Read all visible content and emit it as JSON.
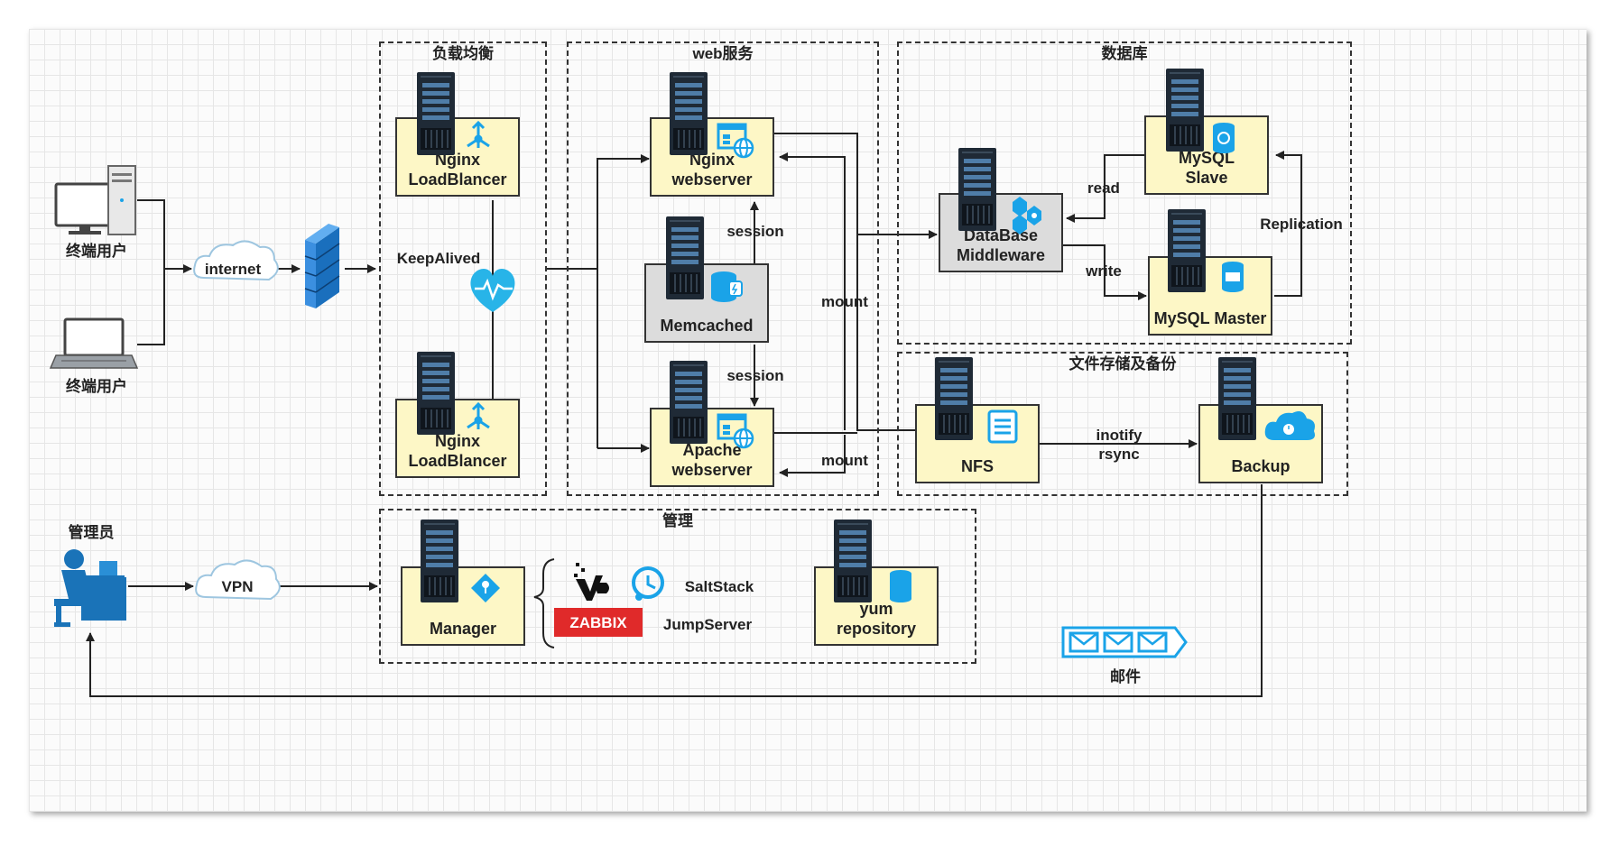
{
  "groups": {
    "load_balance": "负载均衡",
    "web_service": "web服务",
    "database": "数据库",
    "file_storage": "文件存储及备份",
    "management": "管理"
  },
  "nodes": {
    "terminal_user_pc": "终端用户",
    "terminal_user_laptop": "终端用户",
    "internet": "internet",
    "admin": "管理员",
    "vpn": "VPN",
    "nginx_lb_1": "Nginx\nLoadBlancer",
    "nginx_lb_2": "Nginx\nLoadBlancer",
    "keepalived": "KeepAlived",
    "nginx_web": "Nginx\nwebserver",
    "memcached": "Memcached",
    "apache_web": "Apache\nwebserver",
    "db_middleware": "DataBase\nMiddleware",
    "mysql_slave": "MySQL\nSlave",
    "mysql_master": "MySQL Master",
    "nfs": "NFS",
    "backup": "Backup",
    "manager": "Manager",
    "saltstack": "SaltStack",
    "zabbix": "ZABBIX",
    "jumpserver": "JumpServer",
    "yum_repo": "yum\nrepository",
    "mail": "邮件"
  },
  "edges": {
    "session_top": "session",
    "session_bottom": "session",
    "mount_top": "mount",
    "mount_bottom": "mount",
    "read": "read",
    "write": "write",
    "replication": "Replication",
    "inotify_rsync": "inotify\nrsync"
  },
  "colors": {
    "box_yellow": "#fdf7c6",
    "box_gray": "#dcdcdc",
    "server_dark": "#1f2a36",
    "icon_blue": "#1aa3e8",
    "zabbix_red": "#e02a2a",
    "firewall_blue": "#1f7fd0"
  }
}
